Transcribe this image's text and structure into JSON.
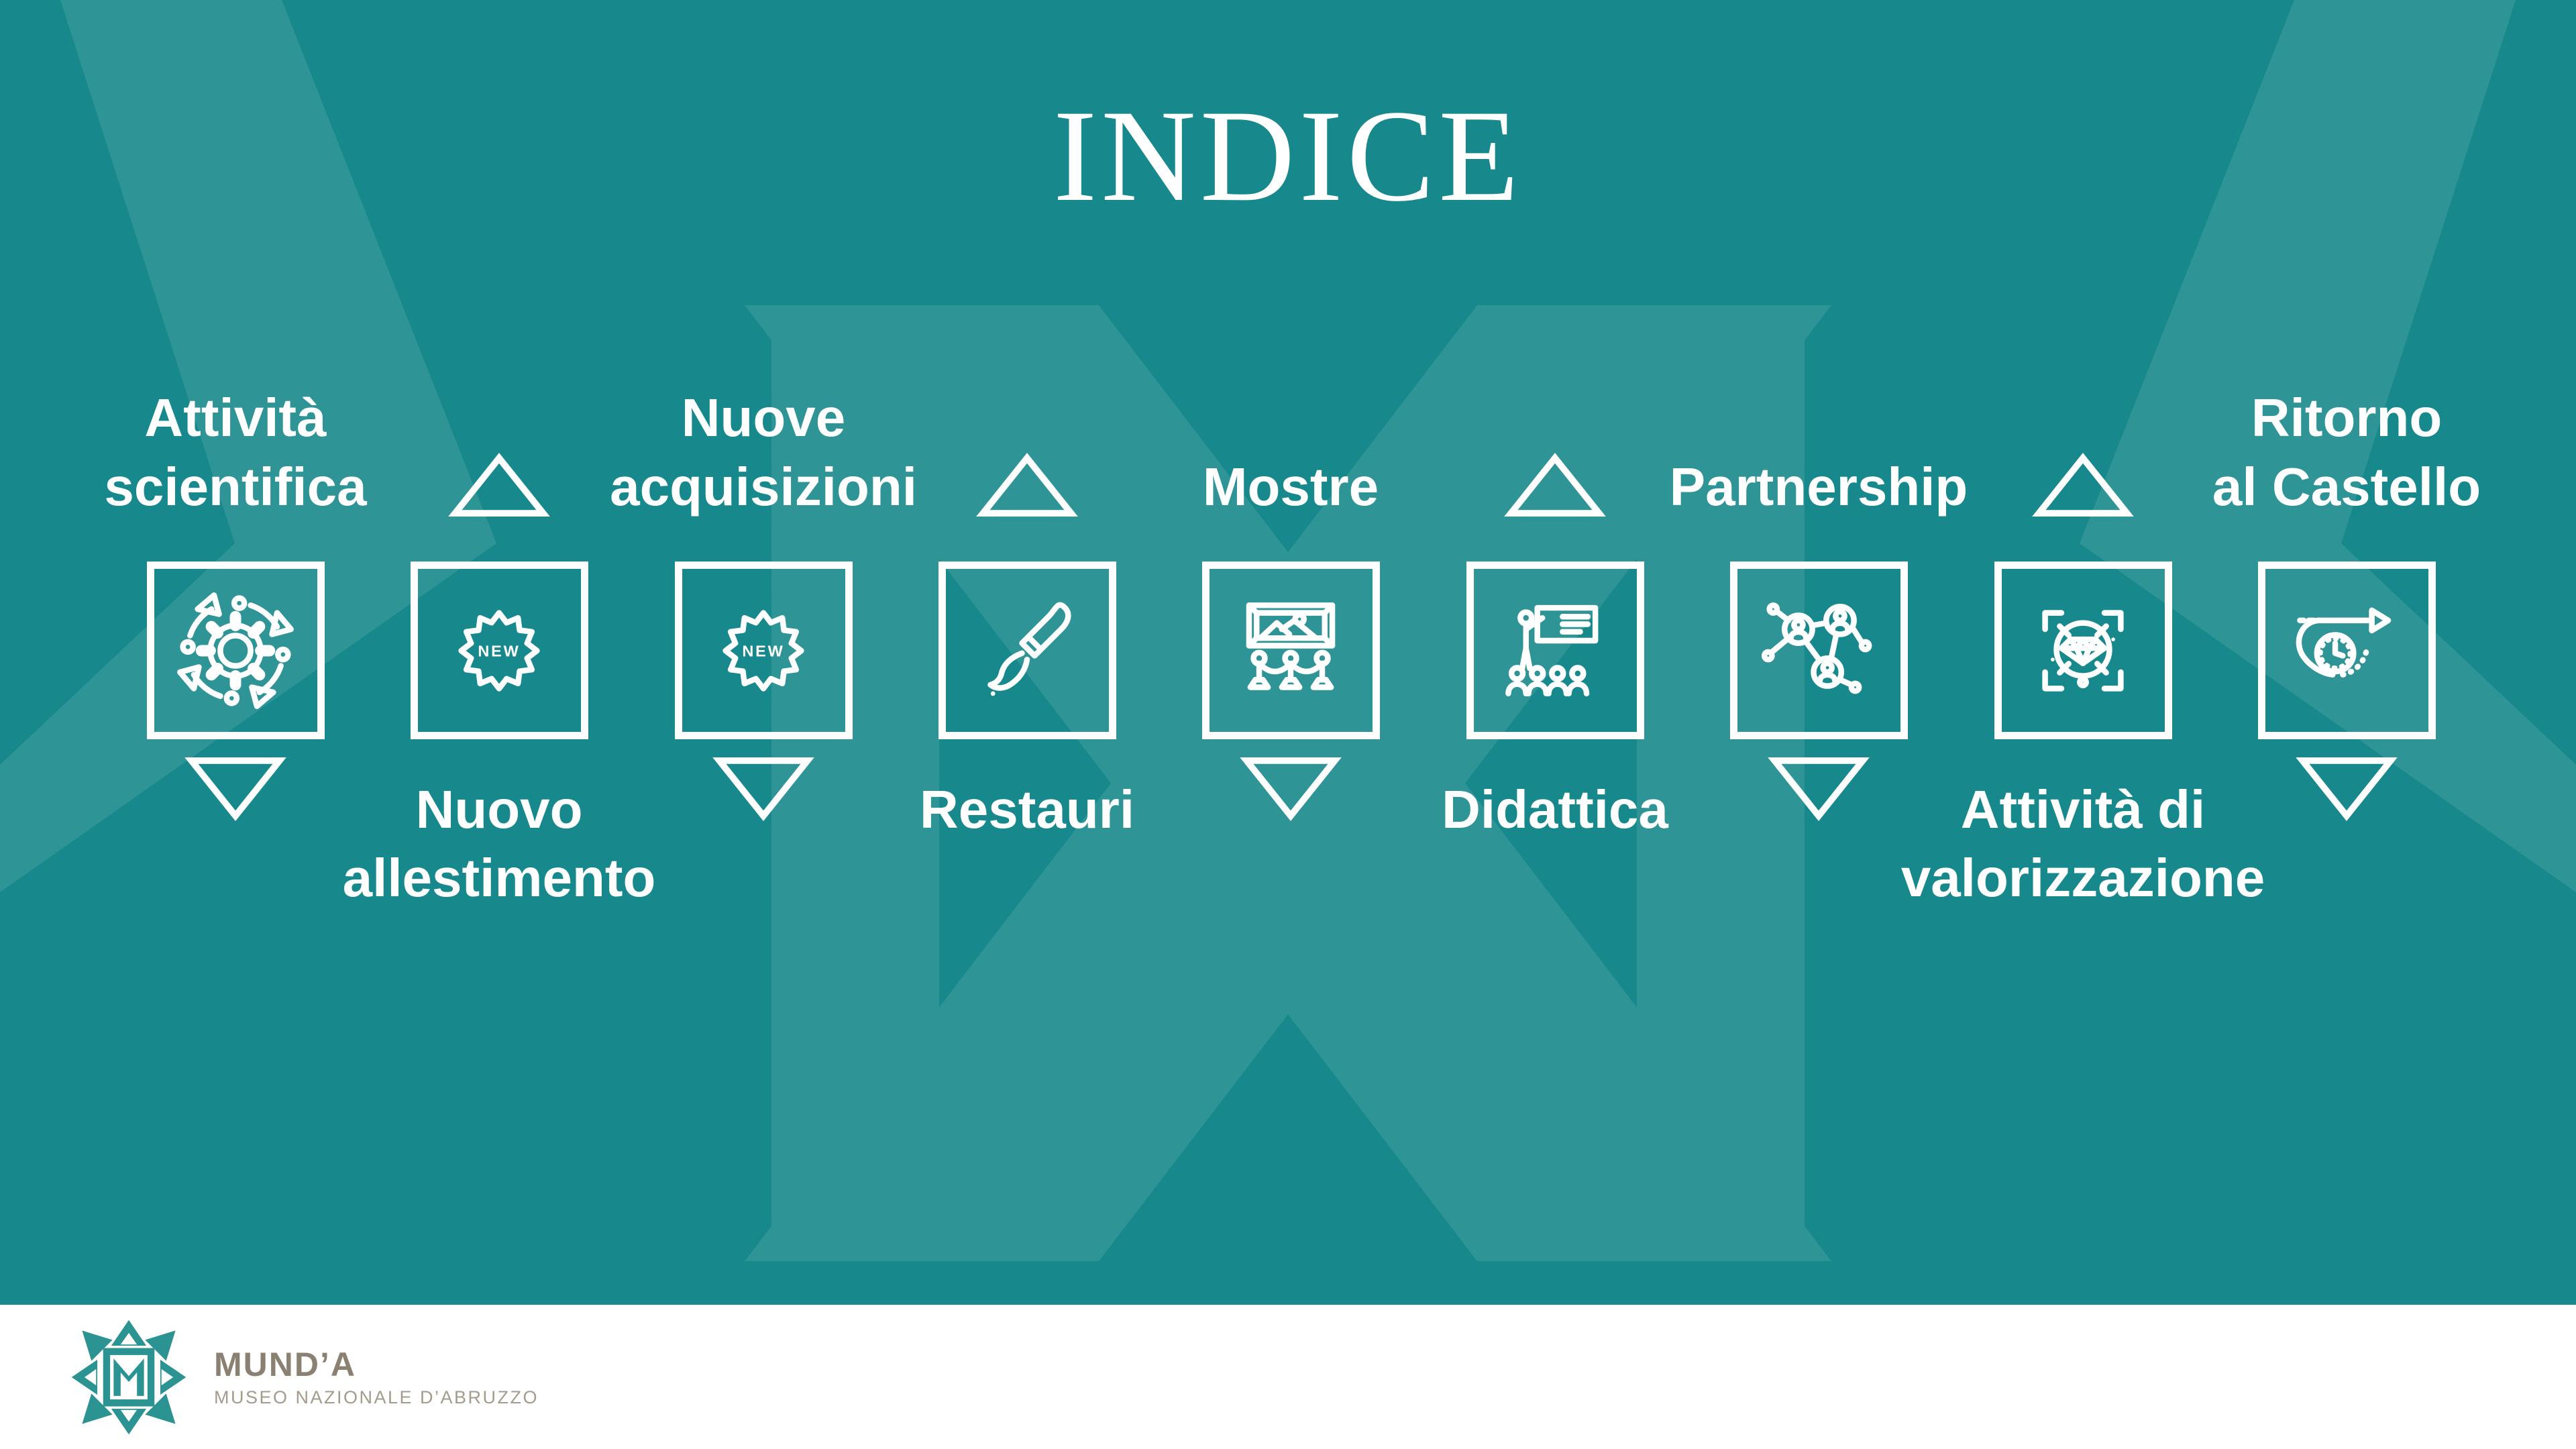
{
  "title": "INDICE",
  "badge_text": "NEW",
  "colors": {
    "background": "#17898C",
    "watermark": "#2E9496",
    "foreground": "#FFFFFF",
    "footer_bar": "#FFFFFF",
    "logo_teal": "#2B9391",
    "brand_text": "#8A8173",
    "brand_subtext": "#A49B8D"
  },
  "index_items": [
    {
      "label": "Attività\nscientifica",
      "icon": "gear-cycle-icon",
      "label_position": "above"
    },
    {
      "label": "Nuovo\nallestimento",
      "icon": "new-badge-icon",
      "label_position": "below"
    },
    {
      "label": "Nuove\nacquisizioni",
      "icon": "new-badge-icon",
      "label_position": "above"
    },
    {
      "label": "Restauri",
      "icon": "paintbrush-icon",
      "label_position": "below"
    },
    {
      "label": "Mostre",
      "icon": "exhibit-frame-icon",
      "label_position": "above"
    },
    {
      "label": "Didattica",
      "icon": "lecture-icon",
      "label_position": "below"
    },
    {
      "label": "Partnership",
      "icon": "people-network-icon",
      "label_position": "above"
    },
    {
      "label": "Attività di\nvalorizzazione",
      "icon": "gem-focus-icon",
      "label_position": "below"
    },
    {
      "label": "Ritorno\nal Castello",
      "icon": "time-return-icon",
      "label_position": "above"
    }
  ],
  "footer": {
    "brand": "MUND’A",
    "subtitle": "MUSEO NAZIONALE D’ABRUZZO"
  }
}
